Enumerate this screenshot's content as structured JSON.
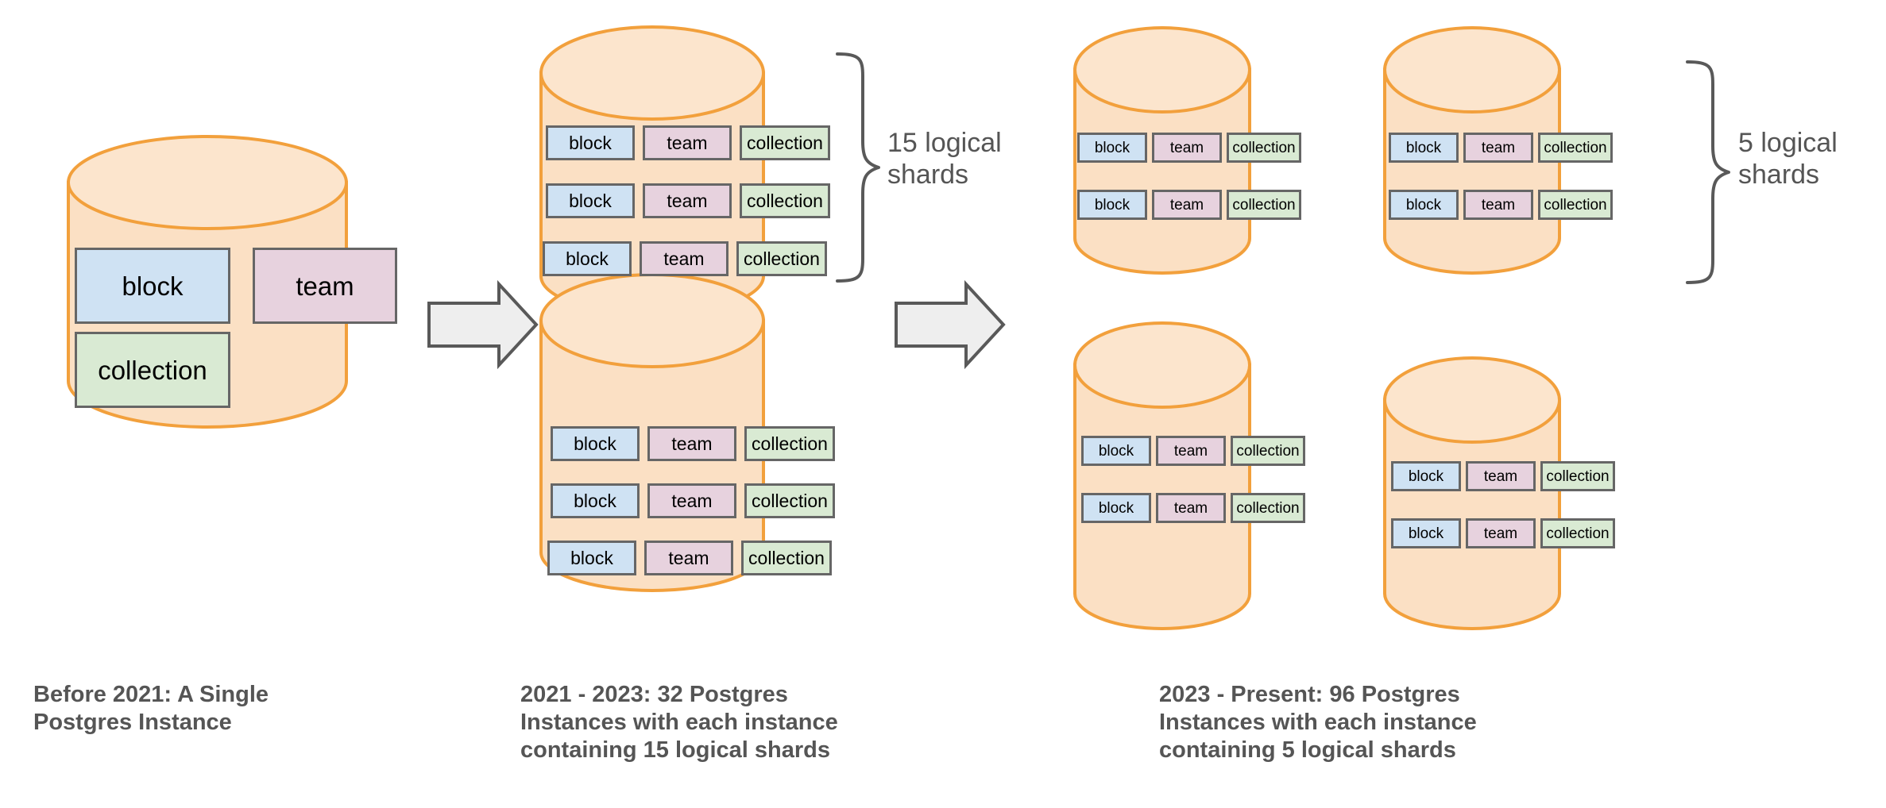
{
  "diagram": {
    "title_text_present": false,
    "background_color": "#ffffff",
    "palette": {
      "cylinder_fill": "#fbe0c4",
      "cylinder_fill_top": "#fce5cd",
      "cylinder_stroke": "#f2a03c",
      "shard_block_fill": "#cfe2f3",
      "shard_team_fill": "#e7d2de",
      "shard_collection_fill": "#d9ead3",
      "shard_stroke": "#666666",
      "arrow_fill": "#eeeeee",
      "arrow_stroke": "#595959",
      "brace_stroke": "#595959",
      "text_color": "#555555",
      "shard_text_color": "#000000"
    },
    "shard_labels": {
      "block": "block",
      "team": "team",
      "collection": "collection"
    },
    "columns": [
      {
        "id": "before-2021",
        "caption": "Before 2021: A Single\nPostgres Instance",
        "instance_count": 1,
        "brace_label": null,
        "cylinders": [
          {
            "id": "single-instance",
            "shards": [
              [
                "block",
                "team"
              ],
              [
                "collection"
              ]
            ]
          }
        ]
      },
      {
        "id": "2021-2023",
        "caption": "2021 - 2023: 32 Postgres\nInstances with each instance\ncontaining 15 logical shards",
        "instance_count": 32,
        "brace_label": "15 logical\nshards",
        "logical_shards_per_instance": 15,
        "cylinders": [
          {
            "id": "instance-top",
            "shards": [
              [
                "block",
                "team",
                "collection"
              ],
              [
                "block",
                "team",
                "collection"
              ],
              [
                "block",
                "team",
                "collection"
              ]
            ]
          },
          {
            "id": "instance-bottom",
            "shards": [
              [
                "block",
                "team",
                "collection"
              ],
              [
                "block",
                "team",
                "collection"
              ],
              [
                "block",
                "team",
                "collection"
              ]
            ]
          }
        ]
      },
      {
        "id": "2023-present",
        "caption": "2023 - Present: 96 Postgres\nInstances with each instance\ncontaining 5 logical shards",
        "instance_count": 96,
        "brace_label": "5 logical\nshards",
        "logical_shards_per_instance": 5,
        "cylinders": [
          {
            "id": "instance-top-left",
            "shards": [
              [
                "block",
                "team",
                "collection"
              ],
              [
                "block",
                "team",
                "collection"
              ]
            ]
          },
          {
            "id": "instance-top-right",
            "shards": [
              [
                "block",
                "team",
                "collection"
              ],
              [
                "block",
                "team",
                "collection"
              ]
            ]
          },
          {
            "id": "instance-bottom-left",
            "shards": [
              [
                "block",
                "team",
                "collection"
              ],
              [
                "block",
                "team",
                "collection"
              ]
            ]
          },
          {
            "id": "instance-bottom-right",
            "shards": [
              [
                "block",
                "team",
                "collection"
              ],
              [
                "block",
                "team",
                "collection"
              ]
            ]
          }
        ]
      }
    ],
    "arrows": [
      {
        "id": "arrow-1",
        "direction": "right"
      },
      {
        "id": "arrow-2",
        "direction": "right"
      }
    ]
  }
}
